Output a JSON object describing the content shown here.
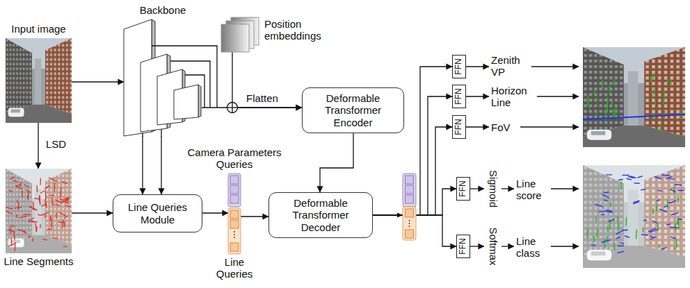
{
  "diagram": {
    "nodes": [
      {
        "text": [
          "Input image"
        ]
      },
      {
        "text": [
          "Backbone"
        ]
      },
      {
        "text": [
          "Position embeddings"
        ]
      },
      {
        "text": [
          "Deformable Transformer Encoder"
        ]
      },
      {
        "text": [
          "Line Segments"
        ]
      },
      {
        "text": [
          "Line Queries Module"
        ]
      },
      {
        "text": [
          "Camera Parameters Queries"
        ]
      },
      {
        "text": [
          "Line Queries"
        ]
      },
      {
        "text": [
          "Deformable Transformer Decoder"
        ]
      },
      {
        "text": [
          "FFN"
        ]
      },
      {
        "text": [
          "FFN"
        ]
      },
      {
        "text": [
          "FFN"
        ]
      },
      {
        "text": [
          "FFN"
        ]
      },
      {
        "text": [
          "FFN"
        ]
      }
    ],
    "edges": [
      {
        "from": 0,
        "to": 1,
        "arrow": "to"
      },
      {
        "from": 0,
        "to": 4,
        "label": "LSD",
        "arrow": "to"
      },
      {
        "from": 1,
        "to": 3,
        "label": "Flatten",
        "arrow": "to"
      },
      {
        "from": 2,
        "to": 3,
        "arrow": "to"
      },
      {
        "from": 1,
        "to": 5,
        "arrow": "to"
      },
      {
        "from": 1,
        "to": 5,
        "arrow": "to"
      },
      {
        "from": 4,
        "to": 5,
        "arrow": "to"
      },
      {
        "from": 5,
        "to": 7,
        "arrow": "to"
      },
      {
        "from": 7,
        "to": 8,
        "arrow": "to"
      },
      {
        "from": 3,
        "to": 8,
        "arrow": "to"
      },
      {
        "from": 8,
        "to": 9,
        "arrow": "to"
      },
      {
        "from": 8,
        "to": 10,
        "arrow": "to"
      },
      {
        "from": 8,
        "to": 11,
        "arrow": "to"
      },
      {
        "from": 8,
        "to": 12,
        "arrow": "to"
      },
      {
        "from": 8,
        "to": 13,
        "arrow": "to"
      }
    ],
    "labels": [
      "Zenith VP",
      "Horizon Line",
      "FoV",
      "Sigmoid",
      "Line score",
      "Softmax",
      "Line class"
    ]
  }
}
